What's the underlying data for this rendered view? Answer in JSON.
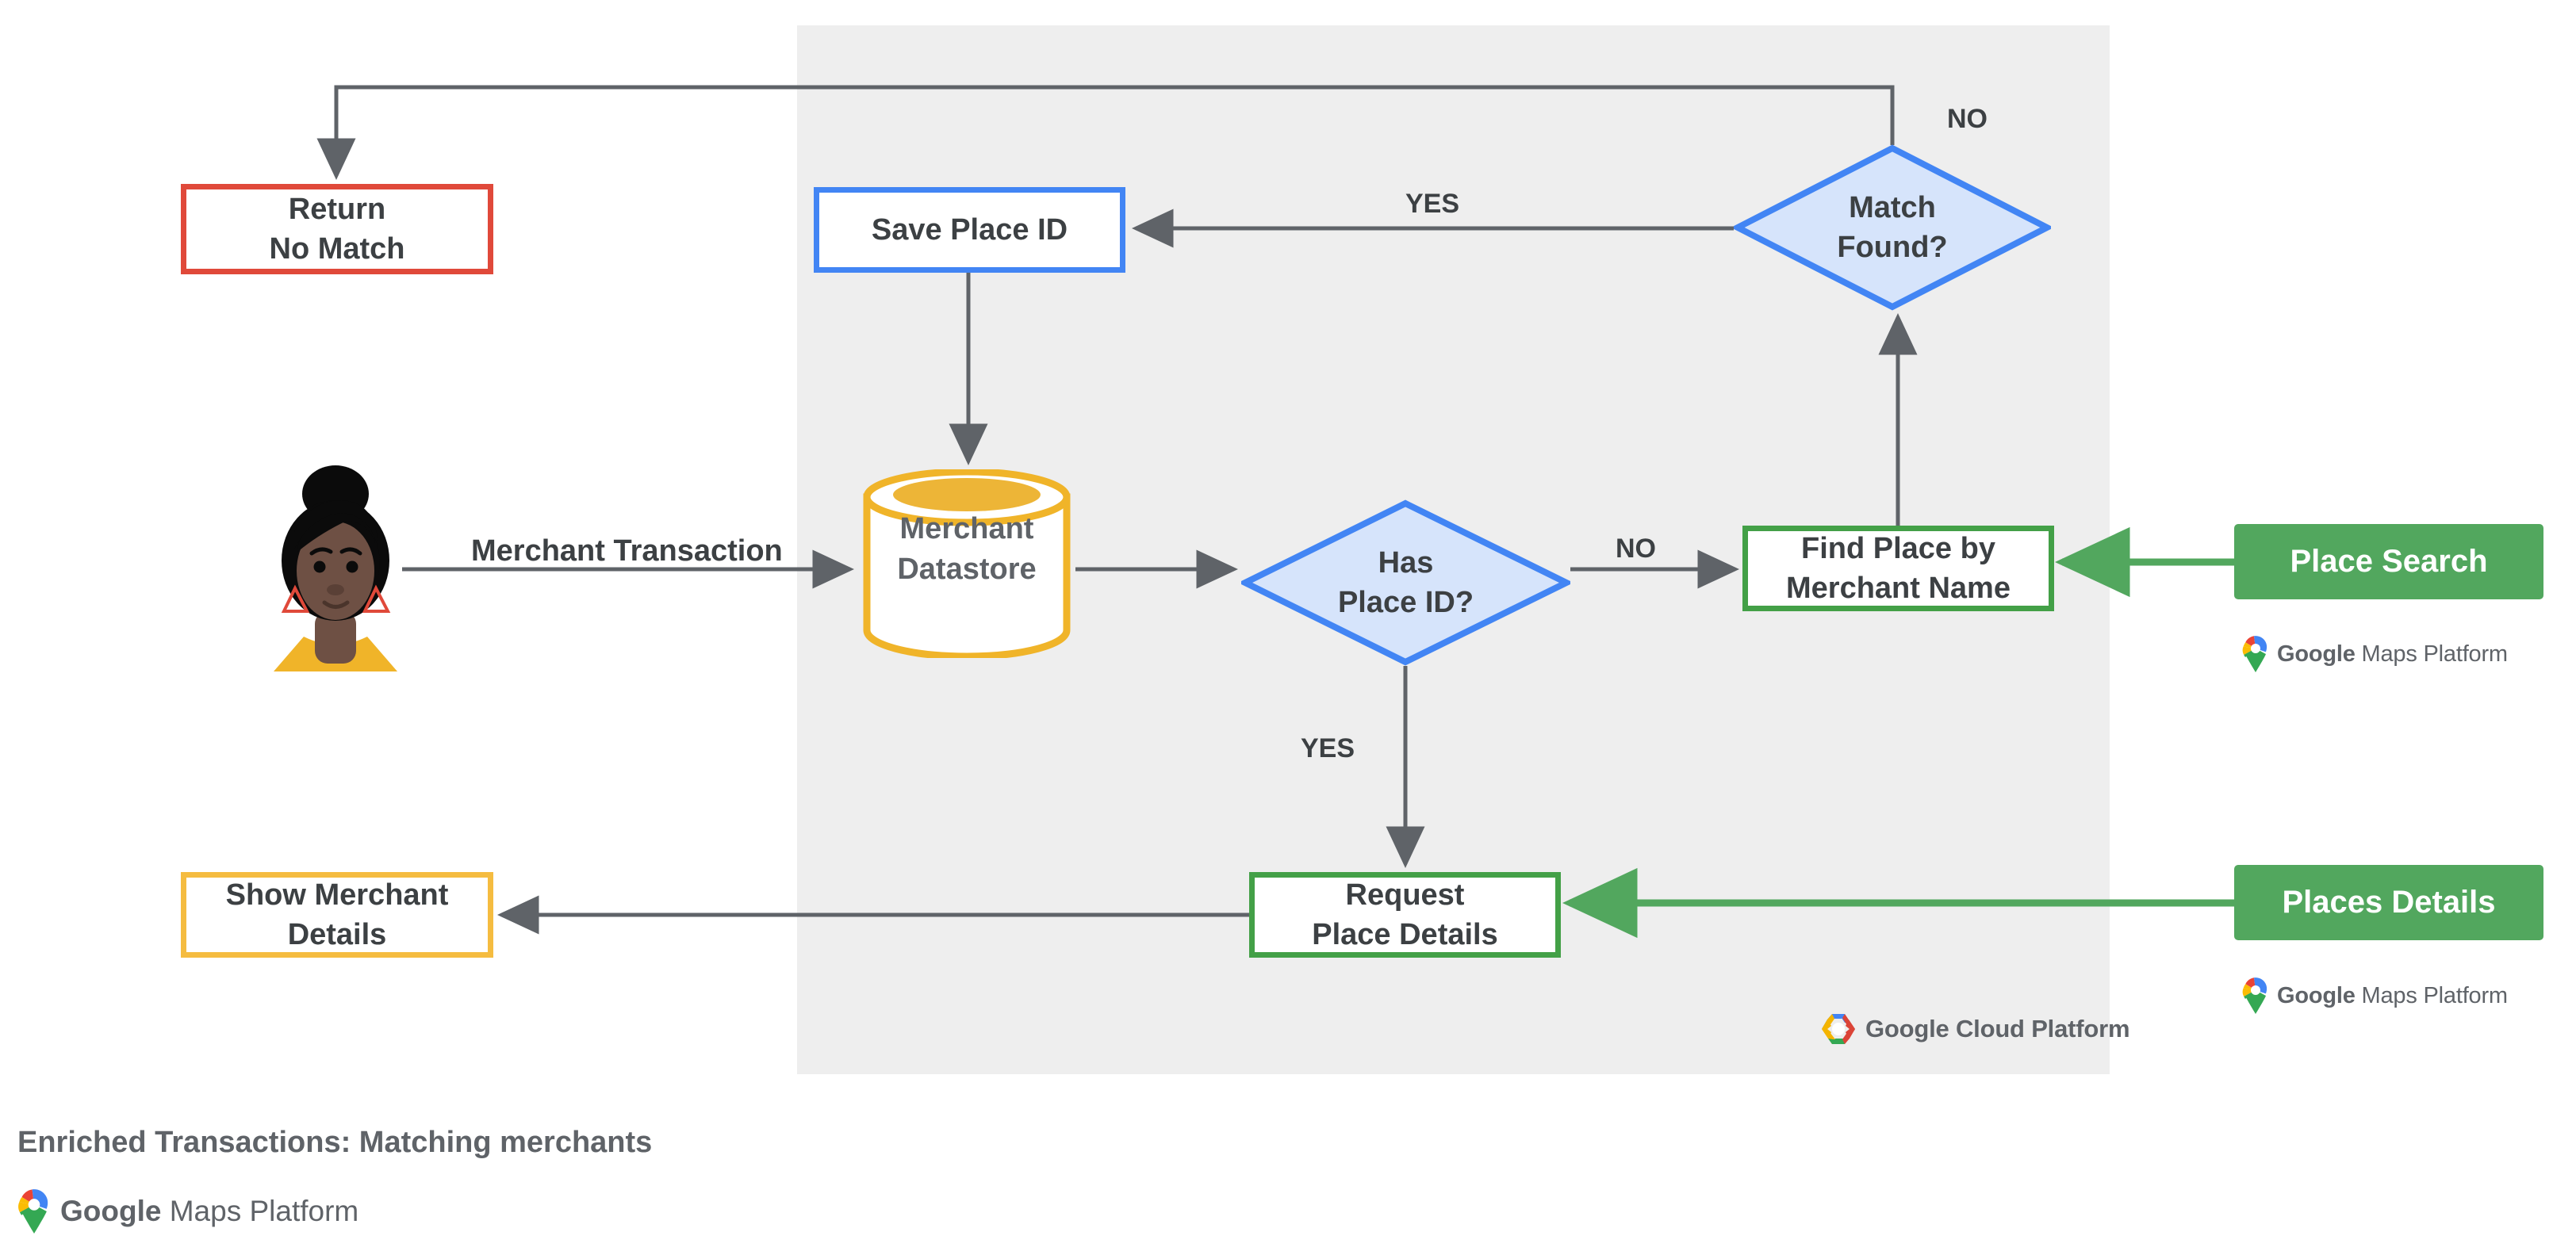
{
  "diagram": {
    "caption": "Enriched Transactions: Matching merchants",
    "brand_footer": {
      "google": "Google",
      "product": "Maps Platform"
    },
    "panel": {
      "name": "Google Cloud Platform",
      "logo": "google-cloud-platform-logo"
    }
  },
  "nodes": {
    "return_no_match": {
      "label": "Return\nNo Match",
      "shape": "rect",
      "border_color": "#E0493A"
    },
    "save_place_id": {
      "label": "Save Place ID",
      "shape": "rect",
      "border_color": "#4285F4"
    },
    "match_found": {
      "label": "Match\nFound?",
      "shape": "diamond",
      "fill_color": "#D6E4FB",
      "border_color": "#4285F4"
    },
    "merchant_datastore": {
      "label": "Merchant\nDatastore",
      "shape": "cylinder",
      "border_color": "#F0B429",
      "top_fill": "#EDB537"
    },
    "has_place_id": {
      "label": "Has\nPlace ID?",
      "shape": "diamond",
      "fill_color": "#D6E4FB",
      "border_color": "#4285F4"
    },
    "find_place": {
      "label": "Find Place by\nMerchant Name",
      "shape": "rect",
      "border_color": "#43A047"
    },
    "request_place_details": {
      "label": "Request\nPlace Details",
      "shape": "rect",
      "border_color": "#43A047"
    },
    "show_merchant_details": {
      "label": "Show Merchant\nDetails",
      "shape": "rect",
      "border_color": "#F5BC40"
    },
    "user_avatar": {
      "label": "merchant-user-avatar",
      "shape": "avatar"
    }
  },
  "api_buttons": [
    {
      "label": "Place Search",
      "color": "#52A75E",
      "brand": {
        "google": "Google",
        "product": "Maps Platform"
      }
    },
    {
      "label": "Places Details",
      "color": "#52A75E",
      "brand": {
        "google": "Google",
        "product": "Maps Platform"
      }
    }
  ],
  "edges": [
    {
      "from": "user_avatar",
      "to": "merchant_datastore",
      "label": "Merchant Transaction",
      "color": "#5F6368"
    },
    {
      "from": "merchant_datastore",
      "to": "has_place_id",
      "label": "",
      "color": "#5F6368"
    },
    {
      "from": "has_place_id",
      "to": "find_place",
      "label": "NO",
      "color": "#5F6368"
    },
    {
      "from": "has_place_id",
      "to": "request_place_details",
      "label": "YES",
      "color": "#5F6368"
    },
    {
      "from": "find_place",
      "to": "match_found",
      "label": "",
      "color": "#5F6368"
    },
    {
      "from": "match_found",
      "to": "save_place_id",
      "label": "YES",
      "color": "#5F6368"
    },
    {
      "from": "match_found",
      "to": "return_no_match",
      "label": "NO",
      "color": "#5F6368"
    },
    {
      "from": "save_place_id",
      "to": "merchant_datastore",
      "label": "",
      "color": "#5F6368"
    },
    {
      "from": "request_place_details",
      "to": "show_merchant_details",
      "label": "",
      "color": "#5F6368"
    },
    {
      "from": "place_search_api",
      "to": "find_place",
      "label": "",
      "color": "#52A75E"
    },
    {
      "from": "places_details_api",
      "to": "request_place_details",
      "label": "",
      "color": "#52A75E"
    }
  ],
  "labels": {
    "merchant_transaction": "Merchant Transaction",
    "no_top": "NO",
    "yes_top": "YES",
    "no_mid": "NO",
    "yes_mid": "YES"
  },
  "colors": {
    "panel_bg": "#EEEEEE",
    "edge_gray": "#5F6368",
    "blue": "#4285F4",
    "blue_fill": "#D6E4FB",
    "green": "#43A047",
    "green_btn": "#52A75E",
    "red": "#E0493A",
    "yellow": "#F5BC40",
    "text": "#3C4043"
  }
}
